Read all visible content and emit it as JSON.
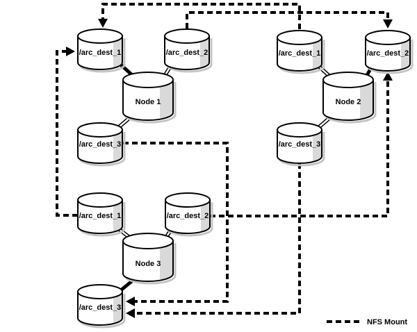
{
  "diagram": {
    "background_color": "#ffffff",
    "line_color": "#000000",
    "cylinder_fill_color": "#ffffff",
    "cylinder_shade_color": "#d9d9d9",
    "cylinder_shadow_color": "#c4c4c4",
    "nodes": [
      {
        "label": "Node 1",
        "destinations": [
          {
            "label": "/arc_dest_1"
          },
          {
            "label": "/arc_dest_2"
          },
          {
            "label": "/arc_dest_3"
          }
        ]
      },
      {
        "label": "Node 2",
        "destinations": [
          {
            "label": "/arc_dest_1"
          },
          {
            "label": "/arc_dest_2"
          },
          {
            "label": "/arc_dest_3"
          }
        ]
      },
      {
        "label": "Node 3",
        "destinations": [
          {
            "label": "/arc_dest_1"
          },
          {
            "label": "/arc_dest_2"
          },
          {
            "label": "/arc_dest_3"
          }
        ]
      }
    ],
    "nfs_mounts": [
      {
        "from": "Node 2 /arc_dest_1",
        "to": "Node 1 /arc_dest_1"
      },
      {
        "from": "Node 3 /arc_dest_1",
        "to": "Node 1 /arc_dest_1"
      },
      {
        "from": "Node 1 /arc_dest_2",
        "to": "Node 2 /arc_dest_2"
      },
      {
        "from": "Node 3 /arc_dest_2",
        "to": "Node 2 /arc_dest_2"
      },
      {
        "from": "Node 1 /arc_dest_3",
        "to": "Node 3 /arc_dest_3"
      },
      {
        "from": "Node 2 /arc_dest_3",
        "to": "Node 3 /arc_dest_3"
      }
    ],
    "legend": {
      "label": "NFS Mount"
    }
  }
}
